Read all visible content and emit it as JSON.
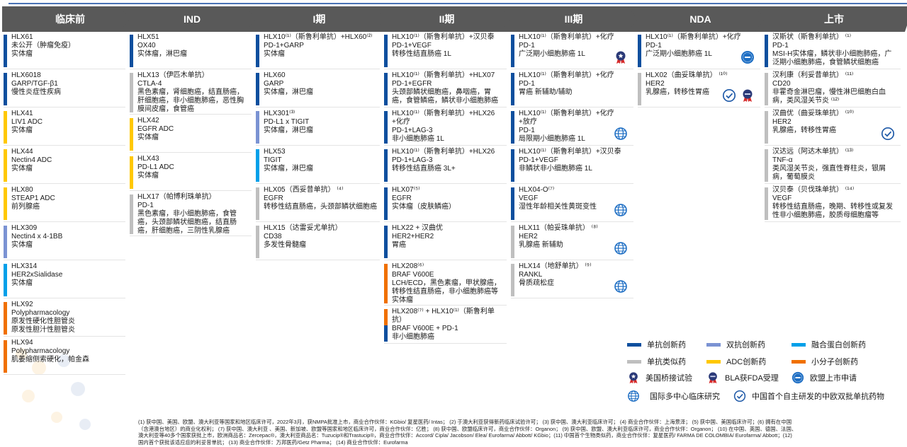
{
  "colors": {
    "header": "#595959",
    "mab_innovative": "#0d4f9e",
    "bispecific": "#7b93d3",
    "fusion": "#00a0e9",
    "biosimilar": "#bfbfbf",
    "adc": "#ffc800",
    "small_molecule": "#f07000"
  },
  "columns": [
    {
      "title": "临床前",
      "cards": [
        {
          "type": "mab_innovative",
          "lines": [
            "HLX61",
            "未公开（肿瘤免疫）",
            "实体瘤"
          ]
        },
        {
          "type": "mab_innovative",
          "lines": [
            "HLX6018",
            "GARP/TGF-β1",
            "慢性炎症性疾病"
          ]
        },
        {
          "type": "adc",
          "lines": [
            "HLX41",
            "LIV1 ADC",
            "实体瘤"
          ]
        },
        {
          "type": "adc",
          "lines": [
            "HLX44",
            "Nectin4 ADC",
            "实体瘤"
          ]
        },
        {
          "type": "adc",
          "lines": [
            "HLX80",
            "STEAP1 ADC",
            "前列腺癌"
          ]
        },
        {
          "type": "bispecific",
          "lines": [
            "HLX309",
            "Nectin4 x 4-1BB",
            "实体瘤"
          ]
        },
        {
          "type": "fusion",
          "lines": [
            "HLX314",
            "HER2xSialidase",
            "实体瘤"
          ]
        },
        {
          "type": "small_molecule",
          "lines": [
            "HLX92",
            "Polypharmacology",
            "原发性硬化性胆管炎",
            "原发性胆汁性胆管炎"
          ]
        },
        {
          "type": "small_molecule",
          "lines": [
            "HLX94",
            "Polypharmacology",
            "肌萎缩侧索硬化，帕金森"
          ]
        }
      ]
    },
    {
      "title": "IND",
      "cards": [
        {
          "type": "mab_innovative",
          "lines": [
            "HLX51",
            "OX40",
            "实体瘤，淋巴瘤"
          ]
        },
        {
          "type": "biosimilar",
          "lines": [
            "HLX13（伊匹木单抗）",
            "CTLA-4",
            "黑色素瘤，肾细胞癌，结直肠癌，肝细胞癌，非小细胞肺癌，恶性胸膜间皮瘤，食管癌"
          ]
        },
        {
          "type": "adc",
          "lines": [
            "HLX42",
            "EGFR ADC",
            "实体瘤"
          ]
        },
        {
          "type": "adc",
          "lines": [
            "HLX43",
            "PD-L1 ADC",
            "实体瘤"
          ]
        },
        {
          "type": "biosimilar",
          "lines": [
            "HLX17（帕博利珠单抗）",
            "PD-1",
            "黑色素瘤，非小细胞肺癌，食管癌，头颈部鳞状细胞癌，结直肠癌，肝细胞癌，三阴性乳腺癌"
          ]
        }
      ]
    },
    {
      "title": "I期",
      "cards": [
        {
          "type": "mab_innovative",
          "lines": [
            "HLX10⁽¹⁾（斯鲁利单抗）+HLX60⁽²⁾",
            "PD-1+GARP",
            "实体瘤"
          ]
        },
        {
          "type": "mab_innovative",
          "lines": [
            "HLX60",
            "GARP",
            "实体瘤，淋巴瘤"
          ]
        },
        {
          "type": "bispecific",
          "lines": [
            "HLX301⁽³⁾",
            "PD-L1 x TIGIT",
            "实体瘤，淋巴瘤"
          ]
        },
        {
          "type": "fusion",
          "lines": [
            "HLX53",
            "TIGIT",
            "实体瘤，淋巴瘤"
          ]
        },
        {
          "type": "biosimilar",
          "lines": [
            "HLX05（西妥昔单抗） ⁽⁴⁾",
            "EGFR",
            "转移性结直肠癌，头颈部鳞状细胞癌"
          ]
        },
        {
          "type": "biosimilar",
          "lines": [
            "HLX15（达雷妥尤单抗）",
            "CD38",
            "多发性骨髓瘤"
          ]
        }
      ]
    },
    {
      "title": "II期",
      "cards": [
        {
          "type": "mab_innovative",
          "lines": [
            "HLX10⁽¹⁾（斯鲁利单抗）+汉贝泰",
            "PD-1+VEGF",
            "转移性结直肠癌 1L"
          ]
        },
        {
          "type": "mab_innovative",
          "lines": [
            "HLX10⁽¹⁾（斯鲁利单抗）+HLX07",
            "PD-1+EGFR",
            "头颈部鳞状细胞癌，鼻咽癌，胃癌，食管鳞癌，鳞状非小细胞肺癌"
          ]
        },
        {
          "type": "mab_innovative",
          "lines": [
            "HLX10⁽¹⁾（斯鲁利单抗）+HLX26 +化疗",
            "PD-1+LAG-3",
            "非小细胞肺癌 1L"
          ]
        },
        {
          "type": "mab_innovative",
          "lines": [
            "HLX10⁽¹⁾（斯鲁利单抗）+HLX26",
            "PD-1+LAG-3",
            "转移性结直肠癌 3L+"
          ]
        },
        {
          "type": "mab_innovative",
          "lines": [
            "HLX07⁽⁵⁾",
            "EGFR",
            "实体瘤（皮肤鳞癌）"
          ]
        },
        {
          "type": "mab_innovative",
          "lines": [
            "HLX22 + 汉曲优",
            "HER2+HER2",
            "胃癌"
          ]
        },
        {
          "type": "small_molecule",
          "lines": [
            "HLX208⁽⁶⁾",
            "BRAF V600E",
            "LCH/ECD，黑色素瘤，甲状腺癌，转移性结直肠癌，非小细胞肺癌等实体瘤"
          ]
        },
        {
          "type": "split",
          "lines": [
            "HLX208⁽⁷⁾ + HLX10⁽¹⁾（斯鲁利单抗）",
            "BRAF V600E + PD-1",
            "非小细胞肺癌"
          ]
        }
      ]
    },
    {
      "title": "III期",
      "cards": [
        {
          "type": "mab_innovative",
          "icons": [
            "us-bridging-medal"
          ],
          "lines": [
            "HLX10⁽¹⁾（斯鲁利单抗）+化疗",
            "PD-1",
            "广泛期小细胞肺癌 1L"
          ]
        },
        {
          "type": "mab_innovative",
          "lines": [
            "HLX10⁽¹⁾（斯鲁利单抗）+化疗",
            "PD-1",
            "胃癌 新辅助/辅助"
          ]
        },
        {
          "type": "mab_innovative",
          "icons": [
            "globe"
          ],
          "lines": [
            "HLX10⁽¹⁾（斯鲁利单抗）+化疗",
            "+放疗",
            "PD-1",
            "局限期小细胞肺癌 1L"
          ]
        },
        {
          "type": "mab_innovative",
          "lines": [
            "HLX10⁽¹⁾（斯鲁利单抗）+汉贝泰",
            "PD-1+VEGF",
            "非鳞状非小细胞肺癌 1L"
          ]
        },
        {
          "type": "mab_innovative",
          "icons": [
            "globe"
          ],
          "lines": [
            "HLX04-O⁽⁷⁾",
            "VEGF",
            "湿性年龄相关性黄斑变性"
          ]
        },
        {
          "type": "biosimilar",
          "icons": [
            "globe"
          ],
          "lines": [
            "HLX11（帕妥珠单抗） ⁽⁸⁾",
            "HER2",
            "乳腺癌 新辅助"
          ]
        },
        {
          "type": "biosimilar",
          "icons": [
            "globe"
          ],
          "lines": [
            "HLX14（地舒单抗） ⁽⁹⁾",
            "RANKL",
            "骨质疏松症"
          ]
        }
      ]
    },
    {
      "title": "NDA",
      "cards": [
        {
          "type": "mab_innovative",
          "icons": [
            "eu-filing"
          ],
          "lines": [
            "HLX10⁽¹⁾（斯鲁利单抗）+化疗",
            "PD-1",
            "广泛期小细胞肺癌 1L"
          ]
        },
        {
          "type": "biosimilar",
          "icons": [
            "check",
            "bla-medal"
          ],
          "lines": [
            "HLX02（曲妥珠单抗） ⁽¹⁰⁾",
            "HER2",
            "乳腺癌，转移性胃癌"
          ]
        }
      ]
    },
    {
      "title": "上市",
      "cards": [
        {
          "type": "mab_innovative",
          "lines": [
            "汉斯状（斯鲁利单抗） ⁽¹⁾",
            "PD-1",
            "MSI-H实体瘤，鳞状非小细胞肺癌，广泛期小细胞肺癌，食管鳞状细胞癌"
          ]
        },
        {
          "type": "biosimilar",
          "lines": [
            "汉利康（利妥昔单抗） ⁽¹¹⁾",
            "CD20",
            "非霍奇金淋巴瘤，慢性淋巴细胞白血病，类风湿关节炎 ⁽¹²⁾"
          ]
        },
        {
          "type": "biosimilar",
          "icons": [
            "check"
          ],
          "lines": [
            "汉曲优（曲妥珠单抗） ⁽¹⁰⁾",
            "HER2",
            "乳腺癌，转移性胃癌"
          ]
        },
        {
          "type": "biosimilar",
          "lines": [
            "汉达远（阿达木单抗） ⁽¹³⁾",
            "TNF-α",
            "类风湿关节炎，强直性脊柱炎，银屑病，葡萄膜炎"
          ]
        },
        {
          "type": "biosimilar",
          "lines": [
            "汉贝泰（贝伐珠单抗） ⁽¹⁴⁾",
            "VEGF",
            "转移性结直肠癌，晚期、转移性或复发性非小细胞肺癌，胶质母细胞瘤等"
          ]
        }
      ]
    }
  ],
  "legend": {
    "mab_innovative": "单抗创新药",
    "bispecific": "双抗创新药",
    "fusion": "融合蛋白创新药",
    "biosimilar": "单抗类似药",
    "adc": "ADC创新药",
    "small_molecule": "小分子创新药",
    "us_bridging": "美国桥接试验",
    "bla_fda": "BLA获FDA受理",
    "eu_filing": "欧盟上市申请",
    "mrct": "国际多中心临床研究",
    "china_eu_approved": "中国首个自主研发的中欧双批单抗药物"
  },
  "footnotes": [
    "(1) 获中国、美国、欧盟、澳大利亚等国家和地区临床许可，2022年3月，获NMPA批准上市，商业合作伙伴：KGbio/ 复星医药/ Intas； (2) 于澳大利亚获得新药临床试验许可； (3) 获中国、澳大利亚临床许可； (4) 商业合作伙伴：上海景泽； (5) 获中国、美国临床许可；(6) 拥有在中国",
    "（含港澳台地区）的商业化权利； (7) 获中国、澳大利亚 、美国、新加坡、欧盟等国家和地区临床许可，商业合作伙伴：亿胜； (8) 获中国、欧盟临床许可，商业合作伙伴：Organon； (9) 获中国、欧盟、澳大利亚临床许可，商业合作伙伴：Organon； (10) 在中国、英国、德国、法国、",
    "澳大利亚等40多个国家获批上市，欧洲商品名：Zercepac®，澳大利亚商品名：Tuzucip®和Trastucip®，商业合作伙伴：Accord/ Cipla/ Jacobson/ Elea/ Eurofarma/ Abbott/ KGbio；(11) 中国首个生物类似药，商业合作伙伴：复星医药/ FARMA DE COLOMBIA/ Eurofarma/ Abbott；(12)",
    "国内首个获批该适应症的利妥昔单抗； (13) 商业合作伙伴：万邦医药/Getz Pharma； (14) 商业合作伙伴：Eurofarma"
  ]
}
